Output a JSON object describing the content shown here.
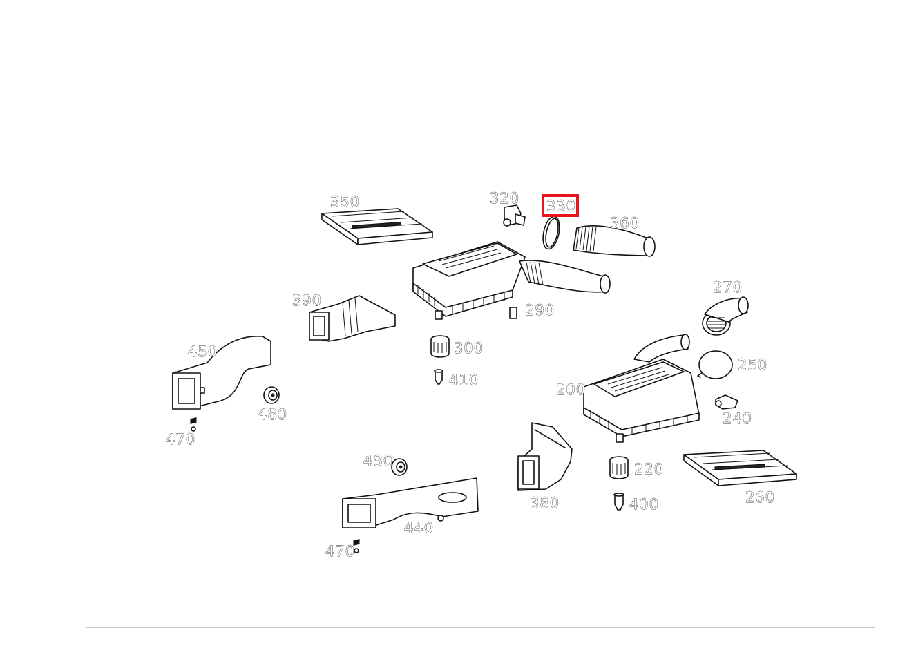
{
  "diagram": {
    "highlight_color": "#e8141b",
    "selected_part": "330",
    "labels": {
      "l350": "350",
      "l320": "320",
      "l330": "330",
      "l360": "360",
      "l390": "390",
      "l290": "290",
      "l270": "270",
      "l300": "300",
      "l450": "450",
      "l250": "250",
      "l410": "410",
      "l200": "200",
      "l240": "240",
      "l480a": "480",
      "l470a": "470",
      "l480b": "480",
      "l220": "220",
      "l260": "260",
      "l380": "380",
      "l400": "400",
      "l440": "440",
      "l470b": "470"
    }
  }
}
